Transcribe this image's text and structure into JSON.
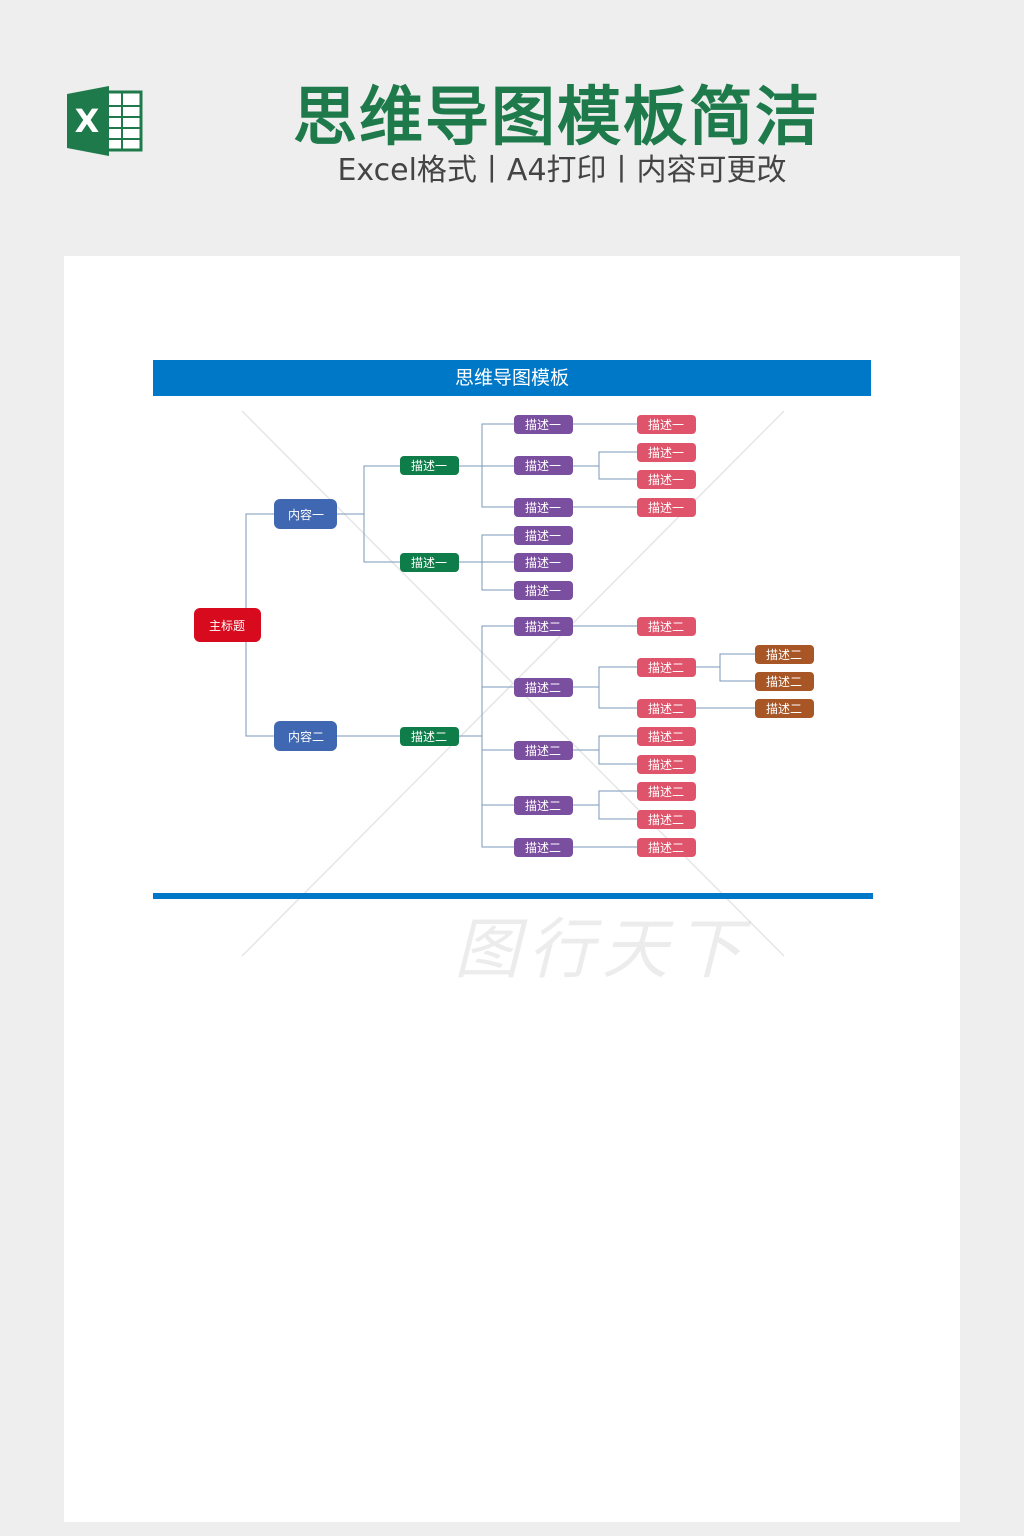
{
  "header": {
    "title": "思维导图模板简洁",
    "subtitle": "Excel格式丨A4打印丨内容可更改",
    "logo_letter": "X"
  },
  "sheet": {
    "banner_title": "思维导图模板",
    "watermark": "图行天下"
  },
  "colors": {
    "excel_green": "#1e7a4a",
    "banner_blue": "#0078c8",
    "root": "#d80a1e",
    "content": "#3f67b2",
    "level2": "#0f7d4a",
    "level3": "#7b4fa0",
    "level4": "#e0546b",
    "level5": "#a85626",
    "connector": "#7a9ab8"
  },
  "mindmap": {
    "root": "主标题",
    "contents": [
      "内容一",
      "内容二"
    ],
    "level2": [
      "描述一",
      "描述一",
      "描述二"
    ],
    "level3": [
      "描述一",
      "描述一",
      "描述一",
      "描述一",
      "描述一",
      "描述一",
      "描述二",
      "描述二",
      "描述二",
      "描述二",
      "描述二"
    ],
    "level4": [
      "描述一",
      "描述一",
      "描述一",
      "描述一",
      "描述二",
      "描述二",
      "描述二",
      "描述二",
      "描述二",
      "描述二",
      "描述二",
      "描述二"
    ],
    "level5": [
      "描述二",
      "描述二",
      "描述二"
    ]
  }
}
